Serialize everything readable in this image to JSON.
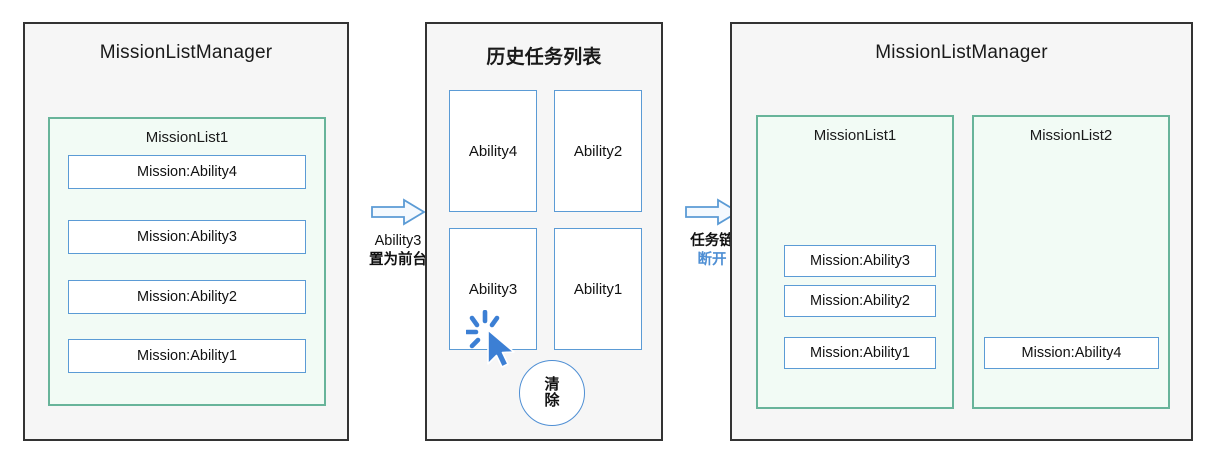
{
  "panels": {
    "left": {
      "title": "MissionListManager",
      "mission_lists": [
        {
          "title": "MissionList1",
          "items": [
            "Mission:Ability4",
            "Mission:Ability3",
            "Mission:Ability2",
            "Mission:Ability1"
          ]
        }
      ]
    },
    "middle": {
      "title": "历史任务列表",
      "cards": [
        "Ability4",
        "Ability2",
        "Ability3",
        "Ability1"
      ],
      "clear_button": {
        "line1": "清",
        "line2": "除"
      },
      "cursor_icon": "click-cursor-icon",
      "clicked_card": "Ability3"
    },
    "right": {
      "title": "MissionListManager",
      "mission_lists": [
        {
          "title": "MissionList1",
          "items": [
            "Mission:Ability3",
            "Mission:Ability2",
            "Mission:Ability1"
          ]
        },
        {
          "title": "MissionList2",
          "items": [
            "Mission:Ability4"
          ]
        }
      ]
    }
  },
  "transitions": [
    {
      "icon": "right-arrow-icon",
      "line1": "Ability3",
      "line2": "置为前台",
      "line2_accent": false
    },
    {
      "icon": "right-arrow-icon",
      "line1": "任务链",
      "line2": "断开",
      "line2_accent": true
    }
  ],
  "colors": {
    "panel_border": "#333333",
    "panel_fill": "#f6f6f6",
    "list_border": "#68b49a",
    "list_fill": "#f2fbf5",
    "item_border": "#5b9bd5",
    "item_fill": "#ffffff",
    "accent_blue": "#4f8fd4"
  }
}
